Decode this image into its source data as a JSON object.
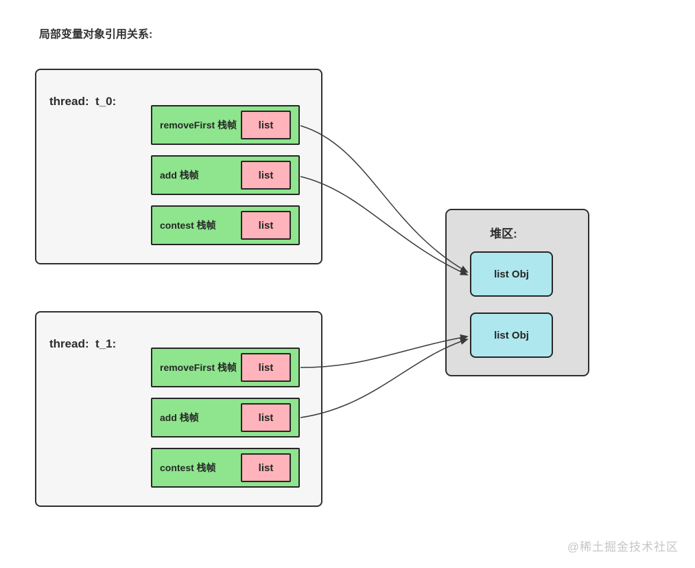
{
  "title": "局部变量对象引用关系:",
  "threads": [
    {
      "label": "thread:  t_0:",
      "frames": [
        {
          "label": "removeFirst 栈帧",
          "var": "list"
        },
        {
          "label": "add 栈帧",
          "var": "list"
        },
        {
          "label": "contest 栈帧",
          "var": "list"
        }
      ]
    },
    {
      "label": "thread:  t_1:",
      "frames": [
        {
          "label": "removeFirst 栈帧",
          "var": "list"
        },
        {
          "label": "add 栈帧",
          "var": "list"
        },
        {
          "label": "contest 栈帧",
          "var": "list"
        }
      ]
    }
  ],
  "heap": {
    "label": "堆区:",
    "objects": [
      {
        "label": "list Obj"
      },
      {
        "label": "list Obj"
      }
    ]
  },
  "edges": [
    {
      "from": "thread t_0 / removeFirst 栈帧 / list",
      "to": "heap list Obj #1"
    },
    {
      "from": "thread t_0 / add 栈帧 / list",
      "to": "heap list Obj #1"
    },
    {
      "from": "thread t_1 / removeFirst 栈帧 / list",
      "to": "heap list Obj #2"
    },
    {
      "from": "thread t_1 / add 栈帧 / list",
      "to": "heap list Obj #2"
    }
  ],
  "watermark": "@稀土掘金技术社区",
  "colors": {
    "frame_fill": "#8ee58e",
    "var_fill": "#ffb3ba",
    "heap_fill": "#dedede",
    "object_fill": "#aee7ed",
    "thread_fill": "#f6f6f6",
    "stroke": "#2b2b2b",
    "watermark": "#c6c6c6"
  }
}
